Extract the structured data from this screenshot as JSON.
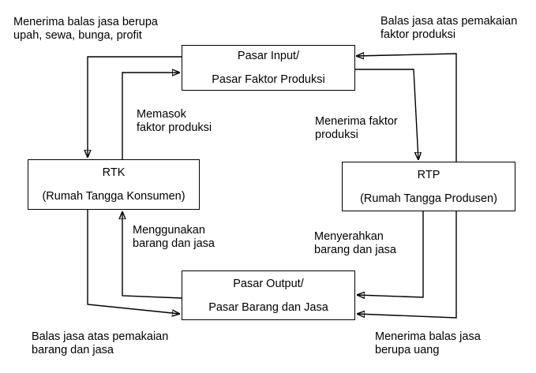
{
  "diagram": {
    "title": "Circular flow diagram of economic actors (RTK, RTP, Pasar Input, Pasar Output)",
    "colors": {
      "line": "#000000",
      "text": "#000000",
      "background": "#ffffff"
    },
    "boxes": {
      "pasar_input": {
        "line1": "Pasar Input/",
        "line2": "Pasar Faktor Produksi"
      },
      "rtk": {
        "line1": "RTK",
        "line2": "(Rumah Tangga Konsumen)"
      },
      "rtp": {
        "line1": "RTP",
        "line2": "(Rumah Tangga Produsen)"
      },
      "pasar_output": {
        "line1": "Pasar Output/",
        "line2": "Pasar Barang dan Jasa"
      }
    },
    "labels": {
      "top_left": {
        "line1": "Menerima balas jasa berupa",
        "line2": "upah, sewa, bunga, profit"
      },
      "top_right": {
        "line1": "Balas jasa atas pemakaian",
        "line2": "faktor produksi"
      },
      "memasok": {
        "line1": "Memasok",
        "line2": "faktor produksi"
      },
      "menerima_faktor": {
        "line1": "Menerima faktor",
        "line2": "produksi"
      },
      "menggunakan": {
        "line1": "Menggunakan",
        "line2": "barang dan jasa"
      },
      "menyerahkan": {
        "line1": "Menyerahkan",
        "line2": "barang dan jasa"
      },
      "bottom_left": {
        "line1": "Balas jasa atas pemakaian",
        "line2": "barang dan jasa"
      },
      "bottom_right": {
        "line1": "Menerima balas jasa",
        "line2": "berupa uang"
      }
    },
    "flows": [
      {
        "from": "Pasar Input",
        "to": "RTK",
        "label": "Menerima balas jasa berupa upah, sewa, bunga, profit"
      },
      {
        "from": "RTK",
        "to": "Pasar Input",
        "label": "Memasok faktor produksi"
      },
      {
        "from": "RTP",
        "to": "Pasar Input",
        "label": "Balas jasa atas pemakaian faktor produksi"
      },
      {
        "from": "Pasar Input",
        "to": "RTP",
        "label": "Menerima faktor produksi"
      },
      {
        "from": "Pasar Output",
        "to": "RTK",
        "label": "Menggunakan barang dan jasa"
      },
      {
        "from": "RTK",
        "to": "Pasar Output",
        "label": "Balas jasa atas pemakaian barang dan jasa"
      },
      {
        "from": "RTP",
        "to": "Pasar Output",
        "label": "Menyerahkan barang dan jasa"
      },
      {
        "from": "RTP",
        "to": "Pasar Output",
        "label": "Menerima balas jasa berupa uang"
      }
    ]
  }
}
